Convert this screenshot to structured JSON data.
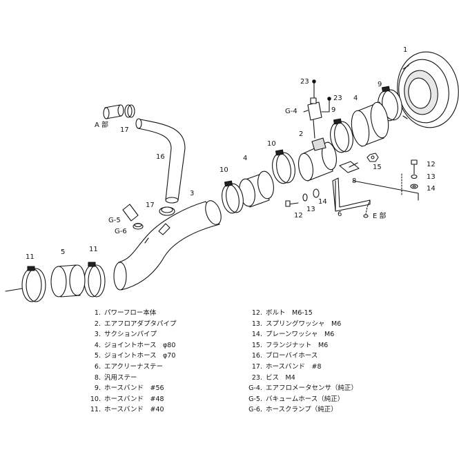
{
  "callouts": {
    "c1": "1",
    "c2": "2",
    "c3": "3",
    "c4a": "4",
    "c4b": "4",
    "c5": "5",
    "c6": "6",
    "c8": "8",
    "c9a": "9",
    "c9b": "9",
    "c10a": "10",
    "c10b": "10",
    "c11a": "11",
    "c11b": "11",
    "c12a": "12",
    "c12b": "12",
    "c13a": "13",
    "c13b": "13",
    "c14a": "14",
    "c14b": "14",
    "c15": "15",
    "c16": "16",
    "c17a": "17",
    "c17b": "17",
    "c23a": "23",
    "c23b": "23",
    "g4": "G-4",
    "g5": "G-5",
    "g6": "G-6",
    "a_part": "A 部",
    "e_part": "E 部"
  },
  "legend_left": [
    {
      "num": "1.",
      "text": "パワーフロー本体"
    },
    {
      "num": "2.",
      "text": "エアフロアダプタパイプ"
    },
    {
      "num": "3.",
      "text": "サクションパイプ"
    },
    {
      "num": "4.",
      "text": "ジョイントホース　φ80"
    },
    {
      "num": "5.",
      "text": "ジョイントホース　φ70"
    },
    {
      "num": "6.",
      "text": "エアクリーナステー"
    },
    {
      "num": "8.",
      "text": "汎用ステー"
    },
    {
      "num": "9.",
      "text": "ホースバンド　#56"
    },
    {
      "num": "10.",
      "text": "ホースバンド　#48"
    },
    {
      "num": "11.",
      "text": "ホースバンド　#40"
    }
  ],
  "legend_right": [
    {
      "num": "12.",
      "text": "ボルト　M6-15"
    },
    {
      "num": "13.",
      "text": "スプリングワッシャ　M6"
    },
    {
      "num": "14.",
      "text": "プレーンワッシャ　M6"
    },
    {
      "num": "15.",
      "text": "フランジナット　M6"
    },
    {
      "num": "16.",
      "text": "ブローバイホース"
    },
    {
      "num": "17.",
      "text": "ホースバンド　#8"
    },
    {
      "num": "23.",
      "text": "ビス　M4"
    },
    {
      "num": "G-4.",
      "text": "エアフロメータセンサ（純正）"
    },
    {
      "num": "G-5.",
      "text": "バキュームホース（純正）"
    },
    {
      "num": "G-6.",
      "text": "ホースクランプ（純正）"
    }
  ]
}
